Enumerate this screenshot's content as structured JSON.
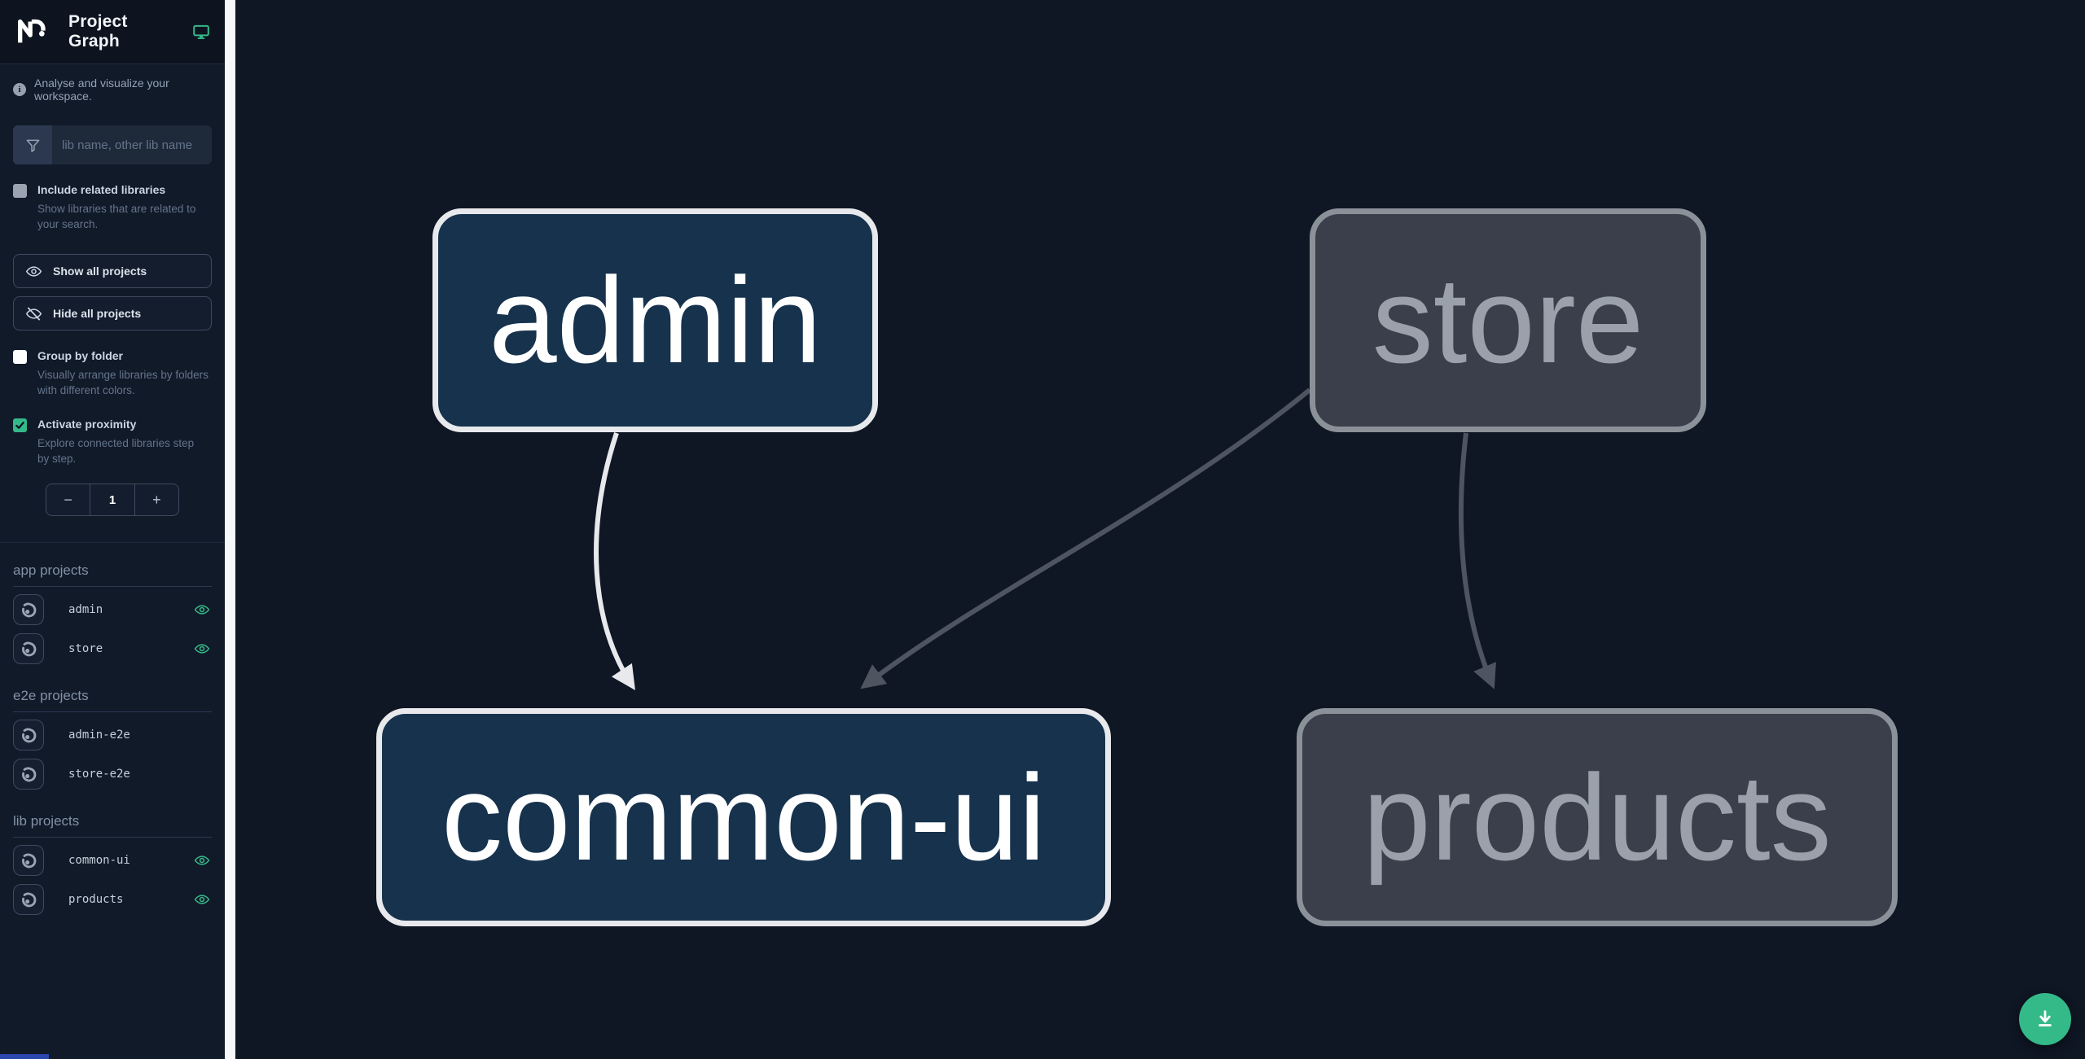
{
  "app": {
    "title": "Project Graph"
  },
  "sidebar": {
    "tagline": "Analyse and visualize your workspace.",
    "filter_placeholder": "lib name, other lib name",
    "include_related": {
      "label": "Include related libraries",
      "description": "Show libraries that are related to your search.",
      "checked": false
    },
    "show_all_label": "Show all projects",
    "hide_all_label": "Hide all projects",
    "group_by_folder": {
      "label": "Group by folder",
      "description": "Visually arrange libraries by folders with different colors.",
      "checked": false
    },
    "activate_proximity": {
      "label": "Activate proximity",
      "description": "Explore connected libraries step by step.",
      "checked": true
    },
    "stepper": {
      "decrement": "−",
      "value": "1",
      "increment": "+"
    },
    "sections": [
      {
        "heading": "app projects",
        "items": [
          {
            "name": "admin",
            "eye_visible": true
          },
          {
            "name": "store",
            "eye_visible": true
          }
        ]
      },
      {
        "heading": "e2e projects",
        "items": [
          {
            "name": "admin-e2e",
            "eye_visible": false
          },
          {
            "name": "store-e2e",
            "eye_visible": false
          }
        ]
      },
      {
        "heading": "lib projects",
        "items": [
          {
            "name": "common-ui",
            "eye_visible": true
          },
          {
            "name": "products",
            "eye_visible": true
          }
        ]
      }
    ]
  },
  "graph": {
    "nodes": [
      {
        "id": "admin",
        "label": "admin",
        "state": "focused"
      },
      {
        "id": "store",
        "label": "store",
        "state": "unfocused"
      },
      {
        "id": "common-ui",
        "label": "common-ui",
        "state": "focused"
      },
      {
        "id": "products",
        "label": "products",
        "state": "unfocused"
      }
    ],
    "edges": [
      {
        "from": "admin",
        "to": "common-ui",
        "style": "highlighted"
      },
      {
        "from": "store",
        "to": "common-ui",
        "style": "dimmed"
      },
      {
        "from": "store",
        "to": "products",
        "style": "dimmed"
      }
    ]
  },
  "colors": {
    "accent_green": "#34b989",
    "node_focused_fill": "#17324d",
    "node_focused_border": "#e7e9ec",
    "node_dimmed_fill": "#3a3f4b",
    "node_dimmed_border": "#8b9199",
    "edge_highlighted": "#e7e9ec",
    "edge_dimmed": "#4e5561",
    "scrollbar_track": "#f7f8fa"
  }
}
